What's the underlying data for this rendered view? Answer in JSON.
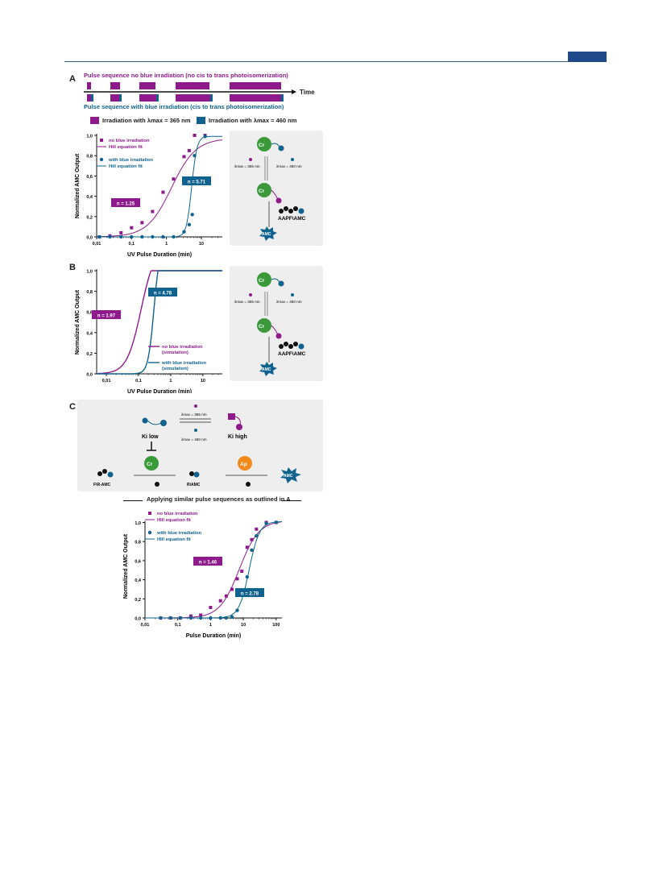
{
  "colors": {
    "purple": "#8e1a8c",
    "blue": "#10638e",
    "green": "#3a9a3a",
    "orange": "#f08a1c",
    "navy": "#1f4a8a",
    "gray_panel": "#eeeeee"
  },
  "panel_letters": {
    "a": "A",
    "b": "B",
    "c": "C"
  },
  "panel_a": {
    "seq_top_title": "Pulse sequence no blue irradiation (no cis to trans photoisomerization)",
    "seq_bottom_title": "Pulse sequence with blue irradiation (cis to trans photoisomerization)",
    "time_label": "Time",
    "legend_uv": "Irradiation with λmax = 365 nm",
    "legend_blue": "Irradiation with λmax = 460 nm",
    "scheme": {
      "cr": "Cr",
      "lam365": "λmax = 365 nm",
      "lam460": "λmax = 460 nm",
      "peptide": "AAPF\\AMC",
      "amc": "AMC"
    }
  },
  "panel_b": {
    "scheme": {
      "cr": "Cr",
      "lam365": "λmax = 365 nm",
      "lam460": "λmax = 460 nm",
      "peptide": "AAPF\\AMC",
      "amc": "AMC"
    }
  },
  "panel_c": {
    "scheme": {
      "ki_low": "Ki low",
      "ki_high": "Ki high",
      "lam365": "λmax = 365 nm",
      "lam460": "λmax = 460 nm",
      "cr": "Cr",
      "ap": "Ap",
      "sub1": "F\\R-AMC",
      "sub2": "R\\AMC",
      "amc": "AMC",
      "f": "F",
      "r": "R"
    },
    "caption": "Applying similar pulse sequences as outlined in A"
  },
  "chart_data": [
    {
      "type": "scatter",
      "xlabel": "UV Pulse Duration (min)",
      "ylabel": "Normalized AMC Output",
      "x_scale": "log",
      "xlim": [
        0.01,
        40
      ],
      "ylim": [
        0,
        1.0
      ],
      "xticks": [
        "0,01",
        "0,1",
        "1",
        "10"
      ],
      "yticks": [
        "0,0",
        "0,2",
        "0,4",
        "0,6",
        "0,8",
        "1,0"
      ],
      "series": [
        {
          "name": "no blue irradiation",
          "kind": "points",
          "color": "#8e1a8c",
          "x": [
            0.012,
            0.024,
            0.05,
            0.1,
            0.2,
            0.4,
            0.8,
            1.6,
            3.2,
            4.5,
            6.4,
            12.8
          ],
          "y": [
            0.0,
            0.01,
            0.04,
            0.09,
            0.14,
            0.25,
            0.44,
            0.57,
            0.79,
            0.85,
            1.0,
            1.0
          ]
        },
        {
          "name": "Hill equation fit",
          "kind": "line",
          "color": "#8e1a8c",
          "n": 1.25,
          "ec50": 1.4,
          "top": 0.97
        },
        {
          "name": "with blue irradiation",
          "kind": "points",
          "color": "#10638e",
          "x": [
            0.012,
            0.024,
            0.05,
            0.1,
            0.2,
            0.4,
            0.8,
            1.6,
            3.2,
            4.5,
            5.5,
            6.4,
            12.8
          ],
          "y": [
            0.0,
            0.0,
            0.0,
            0.0,
            0.0,
            0.0,
            0.0,
            0.0,
            0.05,
            0.12,
            0.22,
            0.8,
            0.99
          ]
        },
        {
          "name": "Hill equation fit",
          "kind": "line",
          "color": "#10638e",
          "n": 5.71,
          "ec50": 5.3,
          "top": 0.99
        }
      ],
      "annotations": [
        "n = 1.25",
        "n = 5.71"
      ]
    },
    {
      "type": "line",
      "xlabel": "UV Pulse Duration (min)",
      "ylabel": "Normalized AMC Output",
      "x_scale": "log",
      "xlim": [
        0.005,
        40
      ],
      "ylim": [
        0,
        1.0
      ],
      "xticks": [
        "0,01",
        "0,1",
        "1",
        "10"
      ],
      "yticks": [
        "0,0",
        "0,2",
        "0,4",
        "0,6",
        "0,8",
        "1,0"
      ],
      "series": [
        {
          "name": "no blue irradiation (simulation)",
          "color": "#8e1a8c",
          "n": 1.97,
          "ec50": 0.12,
          "top": 1.0
        },
        {
          "name": "with blue irradiation (simulation)",
          "color": "#10638e",
          "n": 4.78,
          "ec50": 0.3,
          "top": 1.0
        }
      ],
      "annotations": [
        "n = 1.97",
        "n = 4.78"
      ]
    },
    {
      "type": "scatter",
      "xlabel": "Pulse Duration (min)",
      "ylabel": "Normalized AMC Output",
      "x_scale": "log",
      "xlim": [
        0.01,
        150
      ],
      "ylim": [
        0,
        1.08
      ],
      "xticks": [
        "0,01",
        "0,1",
        "1",
        "10",
        "100"
      ],
      "yticks": [
        "0,0",
        "0,2",
        "0,4",
        "0,6",
        "0,8",
        "1,0"
      ],
      "series": [
        {
          "name": "no blue irradiation",
          "kind": "points",
          "color": "#8e1a8c",
          "x": [
            0.03,
            0.06,
            0.12,
            0.25,
            0.5,
            1,
            2,
            3,
            4.5,
            6.5,
            9,
            13,
            18,
            25,
            50,
            100
          ],
          "y": [
            0.0,
            0.0,
            0.0,
            0.02,
            0.03,
            0.11,
            0.18,
            0.23,
            0.3,
            0.41,
            0.49,
            0.74,
            0.82,
            0.93,
            1.0,
            1.0
          ]
        },
        {
          "name": "Hill equation fit",
          "kind": "line",
          "color": "#8e1a8c",
          "n": 1.46,
          "ec50": 7.5,
          "top": 1.02
        },
        {
          "name": "with blue irradiation",
          "kind": "points",
          "color": "#10638e",
          "x": [
            0.03,
            0.06,
            0.12,
            0.25,
            0.5,
            1,
            2,
            3,
            4.5,
            6.5,
            9,
            13,
            18,
            25,
            50,
            100
          ],
          "y": [
            0.0,
            0.0,
            0.0,
            0.0,
            0.0,
            0.0,
            0.0,
            0.0,
            0.01,
            0.08,
            0.27,
            0.43,
            0.71,
            0.86,
            0.99,
            1.0
          ]
        },
        {
          "name": "Hill equation fit",
          "kind": "line",
          "color": "#10638e",
          "n": 2.78,
          "ec50": 15,
          "top": 1.01
        }
      ],
      "annotations": [
        "n = 1.46",
        "n = 2.78"
      ]
    }
  ]
}
